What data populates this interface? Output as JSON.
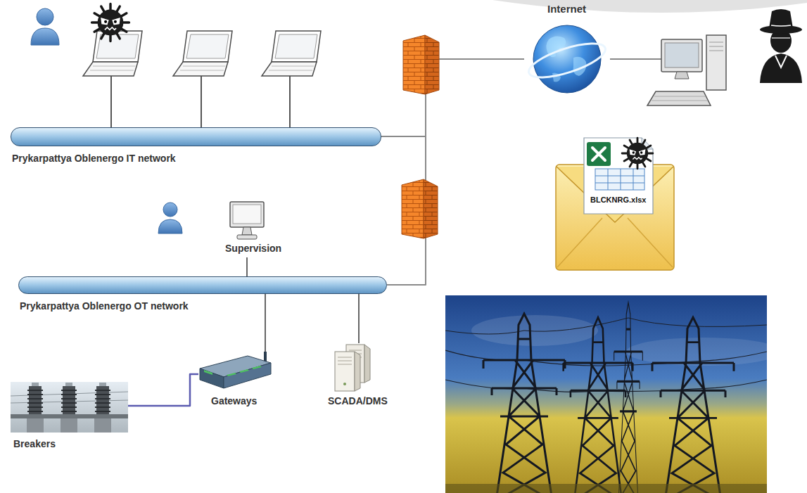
{
  "diagram": {
    "nodes": [
      {
        "text": [
          "Prykarpattya Oblenergo IT network"
        ]
      },
      {
        "text": [
          "Internet"
        ]
      },
      {
        "text": [
          "BLCKNRG.xlsx"
        ]
      },
      {
        "text": [
          "Supervision"
        ]
      },
      {
        "text": [
          "Prykarpattya Oblenergo OT network"
        ]
      },
      {
        "text": [
          "Breakers"
        ]
      },
      {
        "text": [
          "Gateways"
        ]
      },
      {
        "text": [
          "SCADA/DMS"
        ]
      }
    ],
    "edges": [
      {
        "from": 0,
        "to": 1,
        "arrow": "none"
      },
      {
        "from": 0,
        "to": 4,
        "arrow": "none"
      },
      {
        "from": 4,
        "to": 3,
        "arrow": "none"
      },
      {
        "from": 4,
        "to": 6,
        "arrow": "none"
      },
      {
        "from": 4,
        "to": 7,
        "arrow": "none"
      },
      {
        "from": 6,
        "to": 5,
        "arrow": "none"
      }
    ]
  }
}
